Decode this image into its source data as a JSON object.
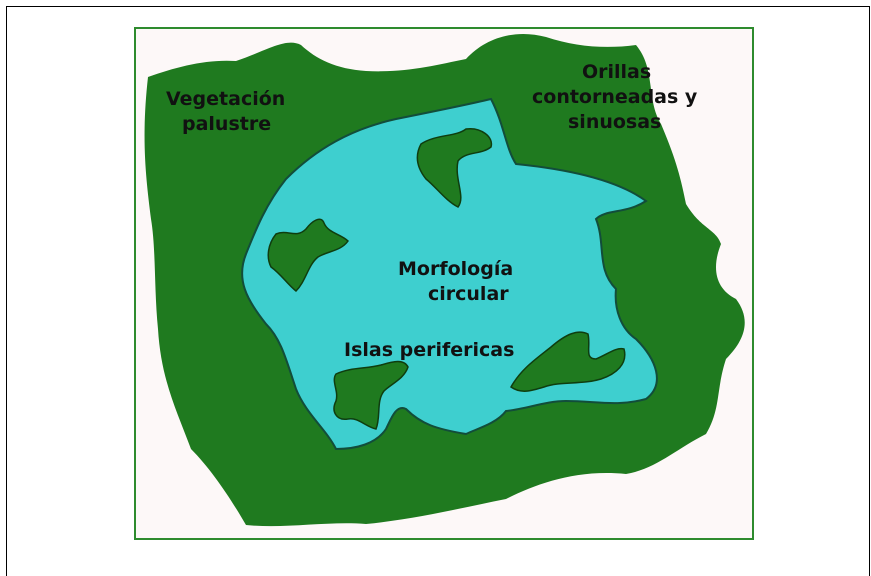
{
  "colors": {
    "vegetation": "#1f7a1f",
    "water": "#3ecfcf",
    "frame_border": "#2e8b2e",
    "background": "#fdf8f8"
  },
  "labels": {
    "vegetacion_line1": "Vegetación",
    "vegetacion_line2": "palustre",
    "orillas_line1": "Orillas",
    "orillas_line2": "contorneadas y",
    "orillas_line3": "sinuosas",
    "morfologia_line1": "Morfología",
    "morfologia_line2": "circular",
    "islas": "Islas perifericas"
  }
}
